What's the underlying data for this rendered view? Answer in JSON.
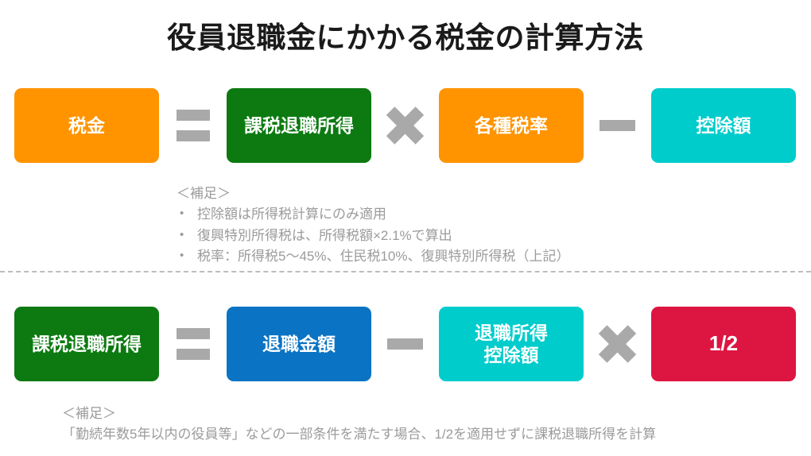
{
  "page": {
    "title": "役員退職金にかかる税金の計算方法",
    "colors": {
      "orange": "#FF9400",
      "green": "#0C7A11",
      "cyan": "#00CCCC",
      "blue": "#0A73C4",
      "crimson": "#DD1541",
      "operator_gray": "#A9A9A9",
      "note_gray": "#9B9B9B",
      "divider_gray": "#BDBDBD",
      "title_black": "#1A1A1A"
    }
  },
  "row1": {
    "boxes": [
      {
        "label": "税金",
        "color": "orange"
      },
      {
        "label": "課税退職所得",
        "color": "green"
      },
      {
        "label": "各種税率",
        "color": "orange"
      },
      {
        "label": "控除額",
        "color": "cyan"
      }
    ],
    "operators": [
      "equals",
      "times",
      "minus"
    ]
  },
  "row2": {
    "boxes": [
      {
        "label": "課税退職所得",
        "color": "green"
      },
      {
        "label": "退職金額",
        "color": "blue"
      },
      {
        "label_line1": "退職所得",
        "label_line2": "控除額",
        "color": "cyan"
      },
      {
        "label": "1/2",
        "color": "crimson"
      }
    ],
    "operators": [
      "equals",
      "minus",
      "times"
    ]
  },
  "note1": {
    "head": "＜補足＞",
    "bullets": [
      "控除額は所得税計算にのみ適用",
      "復興特別所得税は、所得税額×2.1%で算出",
      "税率：所得税5〜45%、住民税10%、復興特別所得税（上記）"
    ]
  },
  "note2": {
    "head": "＜補足＞",
    "line": "「勤続年数5年以内の役員等」などの一部条件を満たす場合、1/2を適用せずに課税退職所得を計算"
  }
}
